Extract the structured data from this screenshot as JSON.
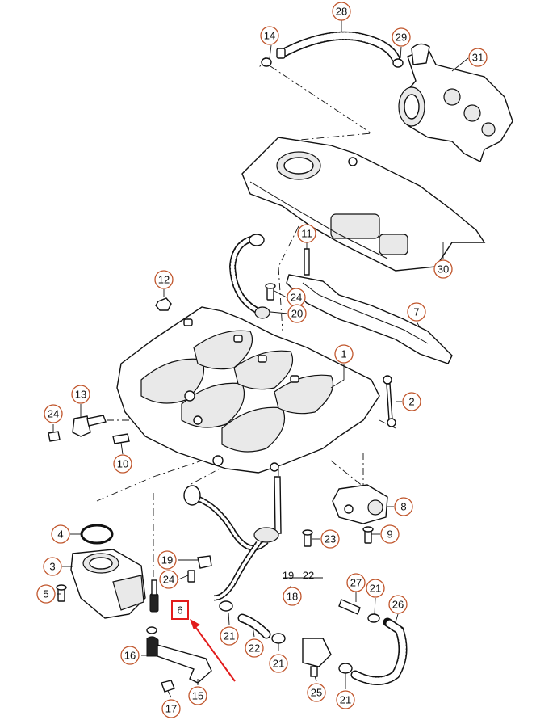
{
  "callouts": {
    "c28": "28",
    "c14": "14",
    "c29": "29",
    "c31": "31",
    "c30": "30",
    "c11": "11",
    "c12": "12",
    "c24a": "24",
    "c20": "20",
    "c7": "7",
    "c1": "1",
    "c2": "2",
    "c13": "13",
    "c24b": "24",
    "c10": "10",
    "c8": "8",
    "c4": "4",
    "c23": "23",
    "c9": "9",
    "c3": "3",
    "c19": "19",
    "c24c": "24",
    "c18": "18",
    "c27": "27",
    "c21a": "21",
    "c26": "26",
    "c5": "5",
    "c21b": "21",
    "c22": "22",
    "c21c": "21",
    "c16": "16",
    "c25": "25",
    "c15": "15",
    "c17": "17",
    "c21d": "21"
  },
  "labels_free": {
    "l19": "19",
    "l22": "22"
  },
  "highlight": {
    "part": "6"
  },
  "colors": {
    "callout_ring": "#c0552b",
    "highlight": "#e21b1b"
  }
}
